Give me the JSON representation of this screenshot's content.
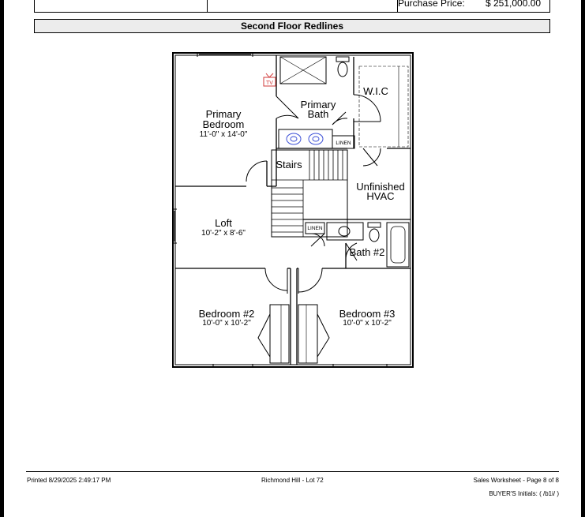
{
  "worksheet": {
    "purchase_price_label": "Purchase Price:",
    "purchase_price_value": "$ 251,000.00",
    "section_title": "Second Floor Redlines"
  },
  "floor_plan": {
    "rooms": {
      "primary_bedroom": {
        "name_line1": "Primary",
        "name_line2": "Bedroom",
        "size": "11'-0\" x 14'-0\""
      },
      "primary_bath": {
        "name_line1": "Primary",
        "name_line2": "Bath"
      },
      "wic": {
        "name": "W.I.C"
      },
      "stairs": {
        "name": "Stairs"
      },
      "unfinished_hvac": {
        "name_line1": "Unfinished",
        "name_line2": "HVAC"
      },
      "loft": {
        "name": "Loft",
        "size": "10'-2\" x 8'-6\""
      },
      "bath2": {
        "name": "Bath #2"
      },
      "bedroom2": {
        "name": "Bedroom #2",
        "size": "10'-0\" x 10'-2\""
      },
      "bedroom3": {
        "name": "Bedroom #3",
        "size": "10'-0\" x 10'-2\""
      }
    },
    "labels": {
      "linen_upper": "LINEN",
      "linen_lower": "LINEN",
      "tv": "TV"
    },
    "colors": {
      "redline": "#d23a3a",
      "fixture_blue": "#3b4fd6"
    }
  },
  "footer": {
    "printed": "Printed 8/29/2025 2:49:17 PM",
    "project": "Richmond Hill - Lot 72",
    "page": "Sales Worksheet - Page 8 of 8",
    "initials": "BUYER'S Initials: ( /b1i/ )"
  }
}
